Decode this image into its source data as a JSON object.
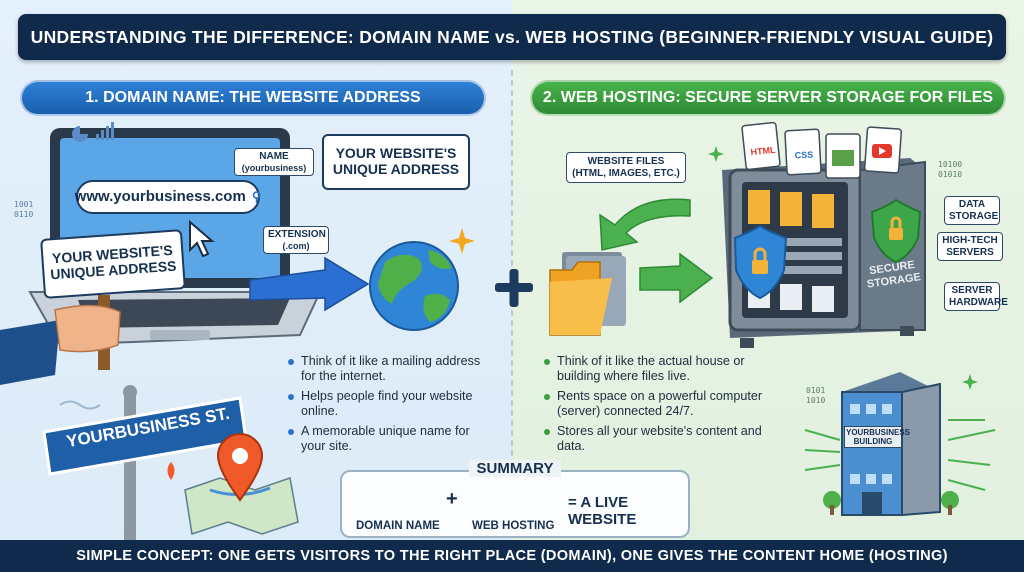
{
  "title": "UNDERSTANDING THE DIFFERENCE: DOMAIN NAME vs. WEB HOSTING (BEGINNER-FRIENDLY VISUAL GUIDE)",
  "domain": {
    "heading": "1. DOMAIN NAME: THE WEBSITE ADDRESS",
    "url": "www.yourbusiness.com",
    "name_label": "NAME",
    "name_sub": "(yourbusiness)",
    "extension_label": "EXTENSION",
    "extension_sub": "(.com)",
    "callout_line1": "YOUR WEBSITE'S",
    "callout_line2": "UNIQUE ADDRESS",
    "sign_line1": "YOUR WEBSITE'S",
    "sign_line2": "UNIQUE ADDRESS",
    "street_sign": "YOURBUSINESS ST.",
    "binary1": "1001",
    "binary2": "0110",
    "bullets": [
      "Think of it like a mailing address for the internet.",
      "Helps people find your website online.",
      "A memorable unique name for your site."
    ]
  },
  "hosting": {
    "heading": "2. WEB HOSTING: SECURE SERVER STORAGE FOR FILES",
    "files_label_line1": "WEBSITE FILES",
    "files_label_line2": "(HTML, IMAGES, ETC.)",
    "file_html": "HTML",
    "file_css": "CSS",
    "server_text_line1": "SECURE",
    "server_text_line2": "STORAGE",
    "tags": [
      "DATA STORAGE",
      "HIGH-TECH SERVERS",
      "SERVER HARDWARE"
    ],
    "building_line1": "YOURBUSINESS",
    "building_line2": "BUILDING",
    "binary1": "10100",
    "binary2": "01010",
    "binary3": "0101",
    "binary4": "1010",
    "bullets": [
      "Think of it like the actual house or building where files live.",
      "Rents space on a powerful computer (server) connected 24/7.",
      "Stores all your website's content and data."
    ]
  },
  "plus_symbol": "+",
  "summary": {
    "title": "SUMMARY",
    "left_label": "DOMAIN NAME",
    "plus": "+",
    "right_label": "WEB HOSTING",
    "result": "= A LIVE WEBSITE"
  },
  "footer": "SIMPLE CONCEPT: ONE GETS VISITORS TO THE RIGHT PLACE (DOMAIN), ONE GIVES THE CONTENT HOME (HOSTING)",
  "colors": {
    "navy": "#0f2a4a",
    "blue": "#2f80d6",
    "green": "#48b34a"
  }
}
